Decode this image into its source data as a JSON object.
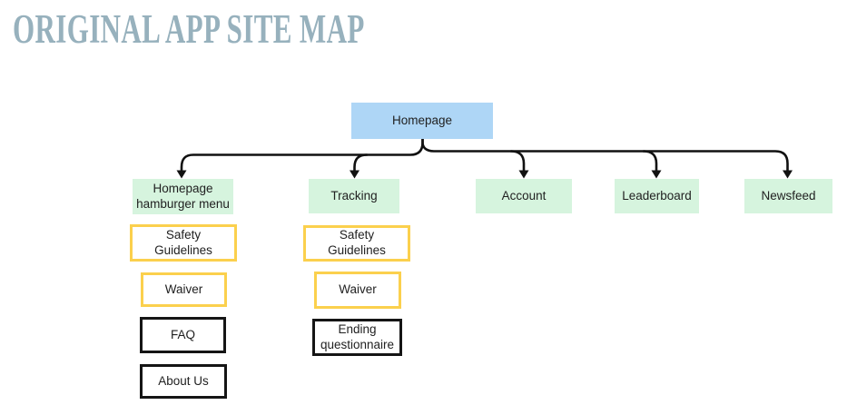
{
  "title": "ORIGINAL APP SITE MAP",
  "colors": {
    "title": "#97b1bd",
    "homepage_fill": "#aed6f6",
    "section_fill": "#d6f4de",
    "yellow_border": "#fbd04d",
    "dark_border": "#151515",
    "line": "#111111",
    "text": "#212121"
  },
  "nodes": {
    "homepage": {
      "label": "Homepage"
    },
    "sections": [
      {
        "label": "Homepage hamburger menu"
      },
      {
        "label": "Tracking"
      },
      {
        "label": "Account"
      },
      {
        "label": "Leaderboard"
      },
      {
        "label": "Newsfeed"
      }
    ],
    "hamburger_children": [
      {
        "label": "Safety Guidelines"
      },
      {
        "label": "Waiver"
      },
      {
        "label": "FAQ"
      },
      {
        "label": "About Us"
      }
    ],
    "tracking_children": [
      {
        "label": "Safety Guidelines"
      },
      {
        "label": "Waiver"
      },
      {
        "label": "Ending questionnaire"
      }
    ]
  }
}
